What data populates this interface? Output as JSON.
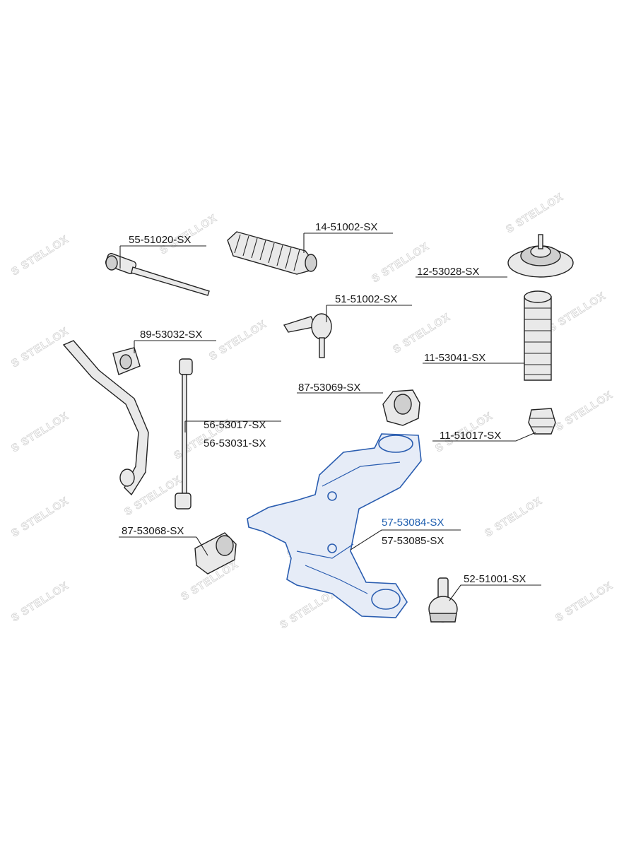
{
  "brand": "STELLOX",
  "part_labels": {
    "tie_rod_axial": "55-51020-SX",
    "steering_boot": "14-51002-SX",
    "strut_mount": "12-53028-SX",
    "tie_rod_end": "51-51002-SX",
    "stabilizer_bushing": "89-53032-SX",
    "strut_boot": "11-53041-SX",
    "arm_bushing_rear": "87-53069-SX",
    "stabilizer_link_a": "56-53017-SX",
    "stabilizer_link_b": "56-53031-SX",
    "bump_stop": "11-51017-SX",
    "arm_bushing_front": "87-53068-SX",
    "control_arm_left": "57-53084-SX",
    "control_arm_right": "57-53085-SX",
    "ball_joint": "52-51001-SX"
  },
  "colors": {
    "highlight": "#1f5fb0",
    "line": "#222222",
    "watermark": "#d6d6d6"
  }
}
